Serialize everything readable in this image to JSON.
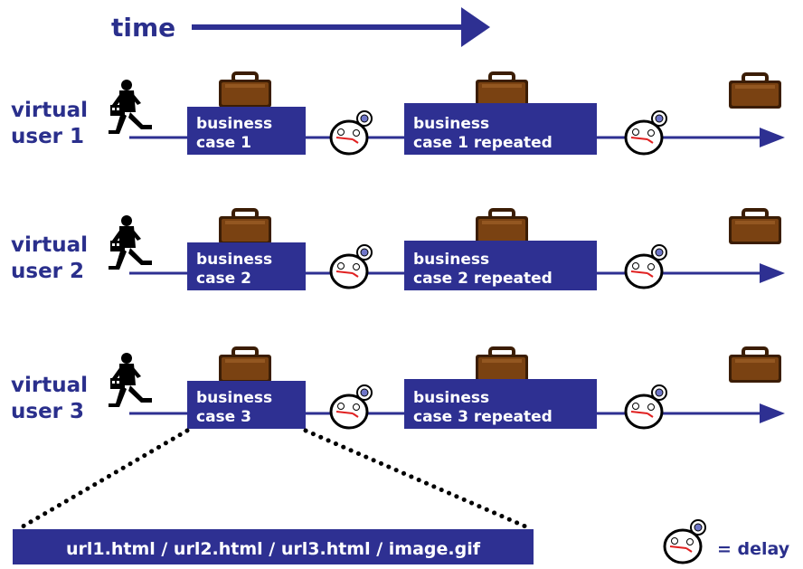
{
  "header": {
    "time_label": "time"
  },
  "colors": {
    "navy": "#2e3092",
    "text_blue": "#2a2f8c",
    "briefcase": "#7a4212",
    "briefcase_dark": "#3b1d05",
    "clock_hand": "#e02020"
  },
  "rows": [
    {
      "user_line1": "virtual",
      "user_line2": "user 1",
      "case_line1": "business",
      "case_line2": "case 1",
      "repeat_line1": "business",
      "repeat_line2": "case 1 repeated"
    },
    {
      "user_line1": "virtual",
      "user_line2": "user 2",
      "case_line1": "business",
      "case_line2": "case 2",
      "repeat_line1": "business",
      "repeat_line2": "case 2 repeated"
    },
    {
      "user_line1": "virtual",
      "user_line2": "user 3",
      "case_line1": "business",
      "case_line2": "case 3",
      "repeat_line1": "business",
      "repeat_line2": "case 3 repeated"
    }
  ],
  "detail": {
    "urls": "url1.html / url2.html / url3.html / image.gif"
  },
  "legend": {
    "label": "= delay",
    "icon": "stopwatch-icon"
  },
  "icons": [
    "walking-person-icon",
    "briefcase-icon",
    "stopwatch-icon",
    "arrow-right-icon"
  ]
}
